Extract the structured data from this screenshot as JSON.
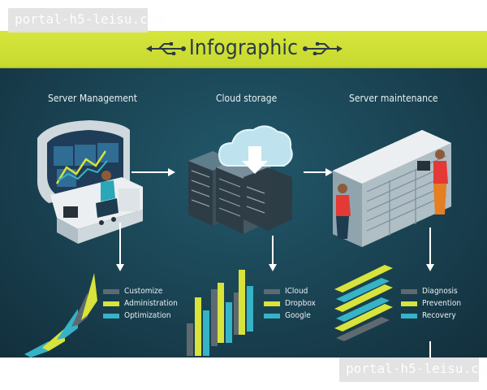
{
  "watermark": {
    "text": "portal-h5-leisu.com"
  },
  "header": {
    "title": "Infographic",
    "left_icon": "usb-icon",
    "right_icon": "usb-icon",
    "bar_color": "#d3e33a",
    "text_color": "#2b3a44"
  },
  "colors": {
    "panel": "#1b4656",
    "gray": "#5f6a70",
    "yellow": "#d8e33b",
    "teal": "#36b3c6"
  },
  "sections": [
    {
      "title": "Server Management",
      "illustration": "admin-workstation-icon",
      "legend": [
        "Customize",
        "Administration",
        "Optimization"
      ]
    },
    {
      "title": "Cloud storage",
      "illustration": "cloud-server-racks-icon",
      "legend": [
        "ICloud",
        "Dropbox",
        "Google"
      ]
    },
    {
      "title": "Server maintenance",
      "illustration": "server-cabinet-technicians-icon",
      "legend": [
        "Diagnosis",
        "Prevention",
        "Recovery"
      ]
    }
  ]
}
